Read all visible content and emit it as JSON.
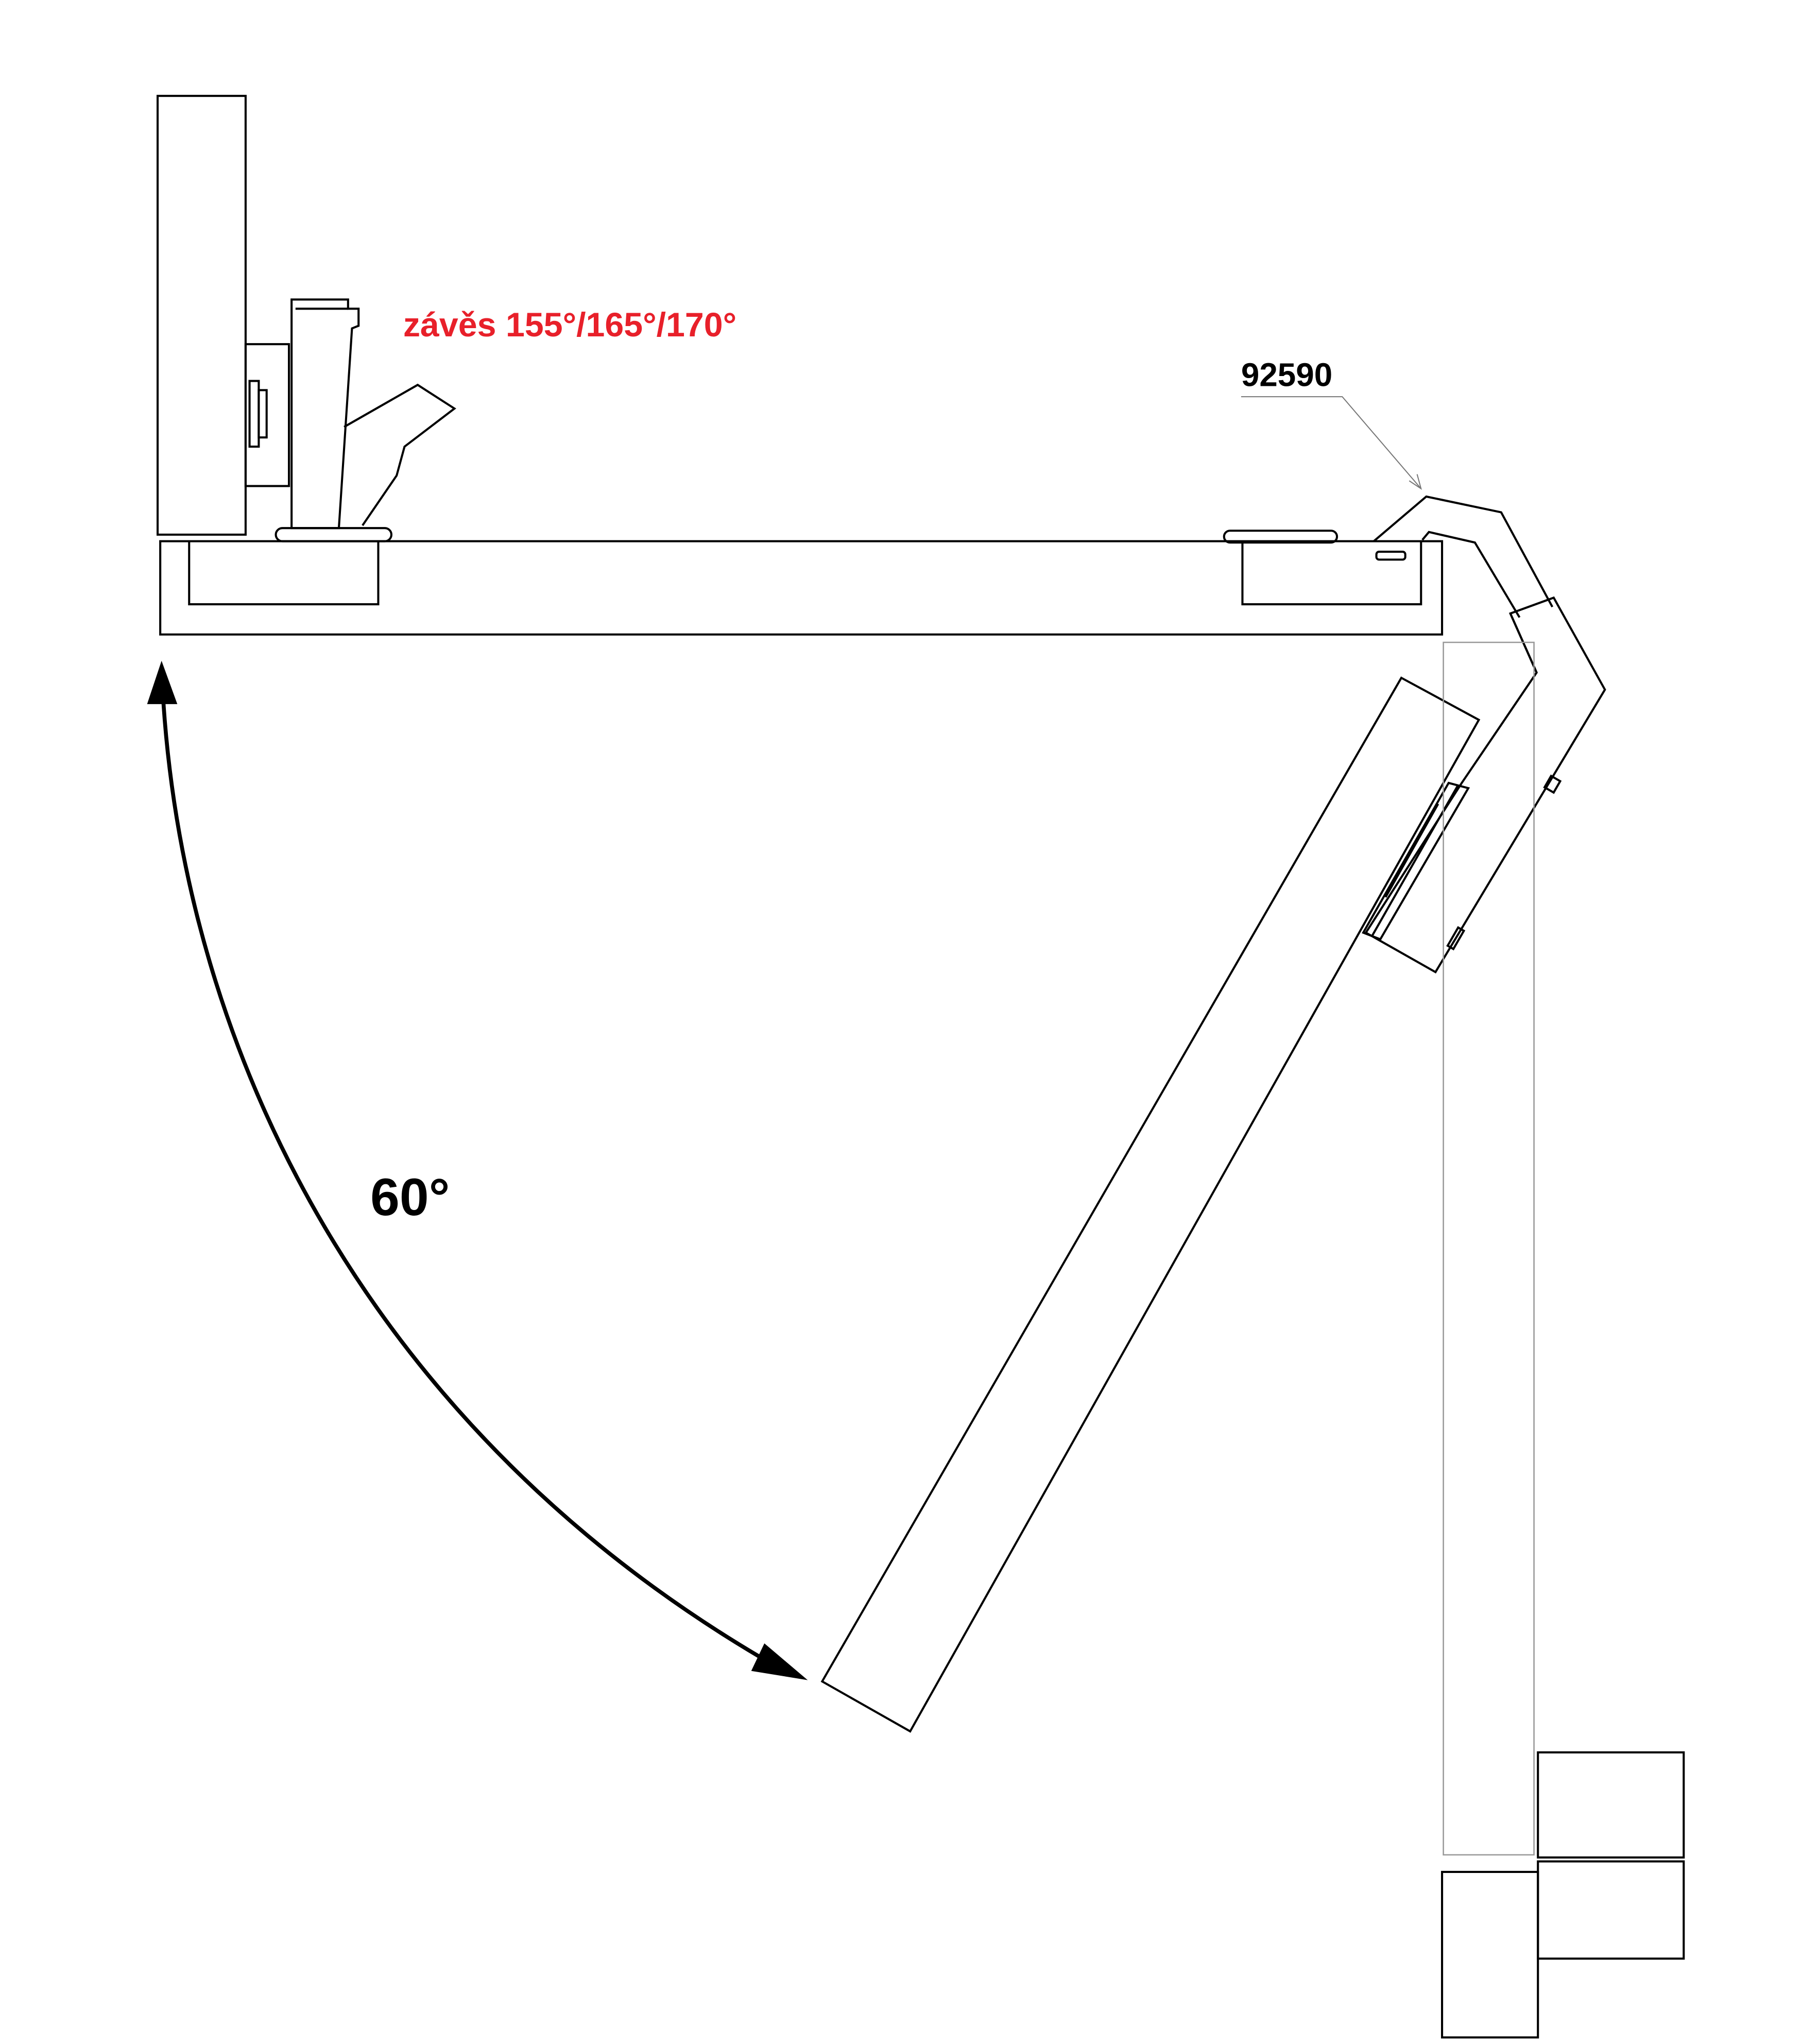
{
  "labels": {
    "hinge": "závěs 155°/165°/170°",
    "part_number": "92590",
    "angle": "60°"
  },
  "colors": {
    "hinge_label": "#e8202a",
    "line": "#000000",
    "ghost_line": "#999999"
  }
}
